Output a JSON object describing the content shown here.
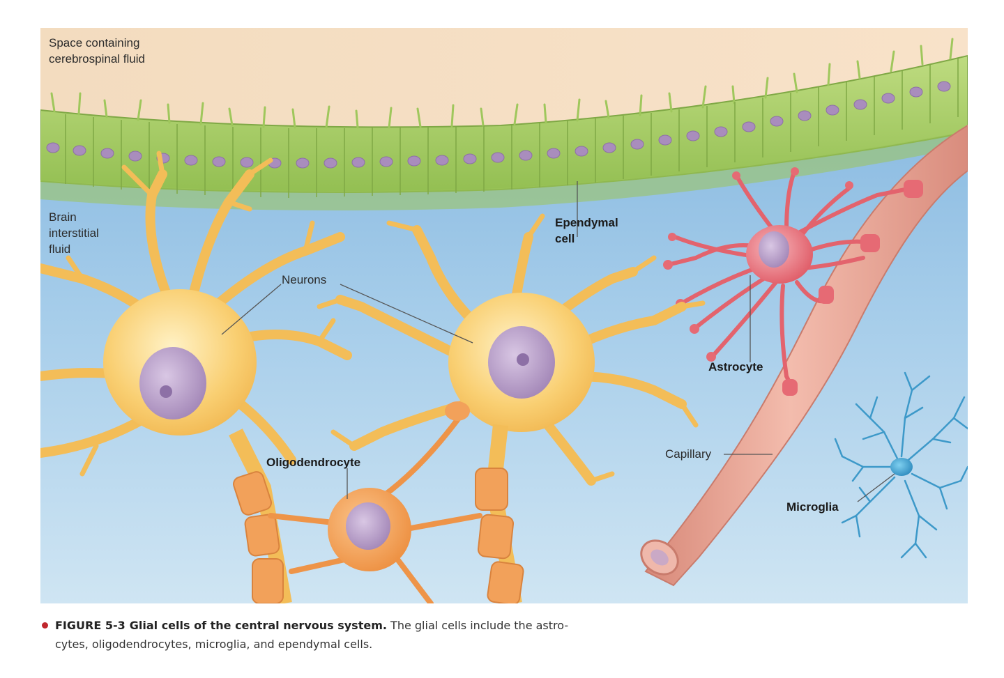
{
  "labels": {
    "csf_space": "Space containing\ncerebrospinal fluid",
    "interstitial": "Brain\ninterstitial\nfluid",
    "ependymal": "Ependymal\ncell",
    "neurons": "Neurons",
    "astrocyte": "Astrocyte",
    "capillary": "Capillary",
    "oligodendrocyte": "Oligodendrocyte",
    "microglia": "Microglia"
  },
  "caption": {
    "figure_number": "FIGURE 5-3",
    "title": "Glial cells of the central nervous system.",
    "text_line1": "The glial cells include the astro-",
    "text_line2": "cytes, oligodendrocytes, microglia, and ependymal cells."
  },
  "colors": {
    "csf": "#f6dcc0",
    "fluid": "#9ec8e6",
    "ependymal": "#a8cc68",
    "neuron": "#f7c462",
    "nucleus": "#b49ac4",
    "astrocyte": "#e46b74",
    "capillary": "#e7a394",
    "oligodendrocyte": "#f2a15a",
    "microglia": "#3d99c9",
    "caption_bullet": "#c0272d"
  }
}
